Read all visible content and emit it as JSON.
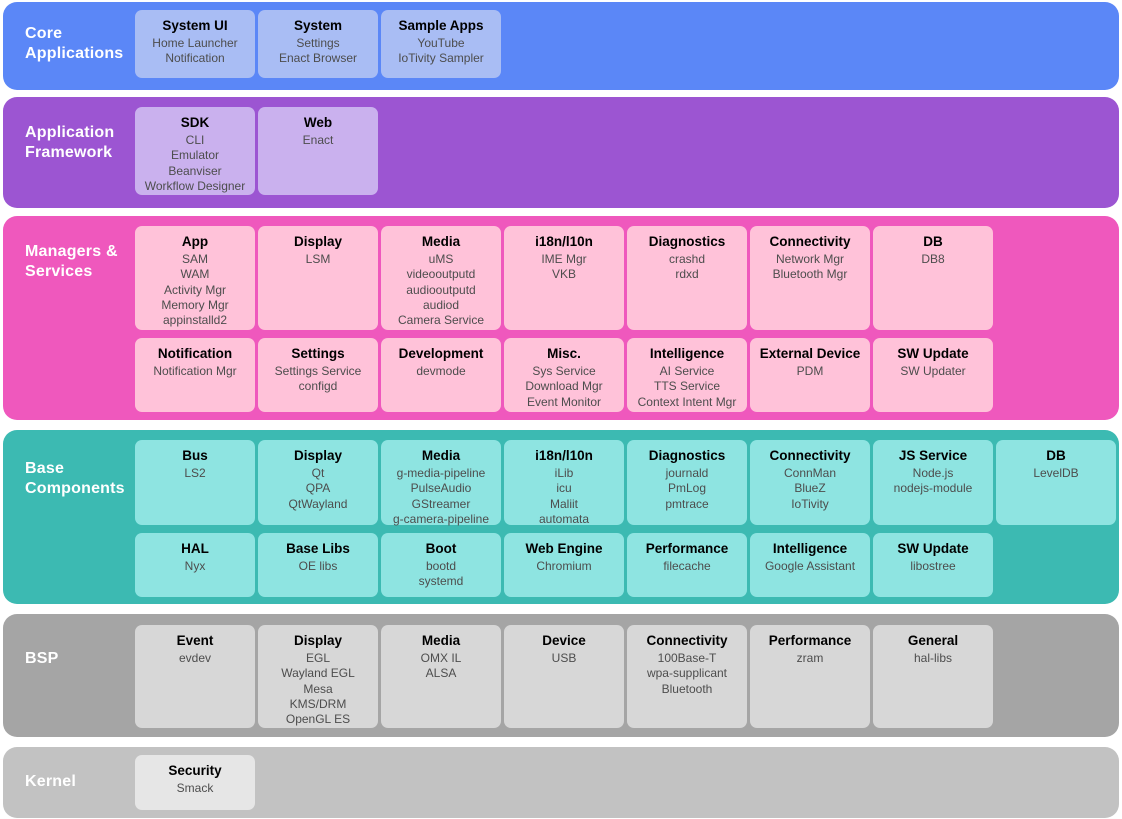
{
  "layers": [
    {
      "id": "core",
      "label": "Core Applications",
      "band_color": "#5b87f7",
      "card_color": "#a9bdf4",
      "rows": [
        [
          {
            "title": "System UI",
            "items": [
              "Home Launcher",
              "Notification"
            ]
          },
          {
            "title": "System",
            "items": [
              "Settings",
              "Enact Browser"
            ]
          },
          {
            "title": "Sample Apps",
            "items": [
              "YouTube",
              "IoTivity Sampler"
            ]
          }
        ]
      ]
    },
    {
      "id": "appfw",
      "label": "Application Framework",
      "band_color": "#9c55d2",
      "card_color": "#cab1ee",
      "rows": [
        [
          {
            "title": "SDK",
            "items": [
              "CLI",
              "Emulator",
              "Beanviser",
              "Workflow Designer"
            ]
          },
          {
            "title": "Web",
            "items": [
              "Enact"
            ]
          }
        ]
      ]
    },
    {
      "id": "managers",
      "label": "Managers & Services",
      "band_color": "#ef58bd",
      "card_color": "#ffc2d9",
      "rows": [
        [
          {
            "title": "App",
            "items": [
              "SAM",
              "WAM",
              "Activity Mgr",
              "Memory Mgr",
              "appinstalld2"
            ]
          },
          {
            "title": "Display",
            "items": [
              "LSM"
            ]
          },
          {
            "title": "Media",
            "items": [
              "uMS",
              "videooutputd",
              "audiooutputd",
              "audiod",
              "Camera Service"
            ]
          },
          {
            "title": "i18n/l10n",
            "items": [
              "IME Mgr",
              "VKB"
            ]
          },
          {
            "title": "Diagnostics",
            "items": [
              "crashd",
              "rdxd"
            ]
          },
          {
            "title": "Connectivity",
            "items": [
              "Network Mgr",
              "Bluetooth Mgr"
            ]
          },
          {
            "title": "DB",
            "items": [
              "DB8"
            ]
          }
        ],
        [
          {
            "title": "Notification",
            "items": [
              "Notification Mgr"
            ]
          },
          {
            "title": "Settings",
            "items": [
              "Settings Service",
              "configd"
            ]
          },
          {
            "title": "Development",
            "items": [
              "devmode"
            ]
          },
          {
            "title": "Misc.",
            "items": [
              "Sys Service",
              "Download Mgr",
              "Event Monitor"
            ]
          },
          {
            "title": "Intelligence",
            "items": [
              "AI Service",
              "TTS Service",
              "Context Intent Mgr"
            ]
          },
          {
            "title": "External Device",
            "items": [
              "PDM"
            ]
          },
          {
            "title": "SW Update",
            "items": [
              "SW Updater"
            ]
          }
        ]
      ]
    },
    {
      "id": "base",
      "label": "Base Components",
      "band_color": "#3cbab2",
      "card_color": "#8ee4e1",
      "rows": [
        [
          {
            "title": "Bus",
            "items": [
              "LS2"
            ]
          },
          {
            "title": "Display",
            "items": [
              "Qt",
              "QPA",
              "QtWayland"
            ]
          },
          {
            "title": "Media",
            "items": [
              "g-media-pipeline",
              "PulseAudio",
              "GStreamer",
              "g-camera-pipeline"
            ]
          },
          {
            "title": "i18n/l10n",
            "items": [
              "iLib",
              "icu",
              "Maliit",
              "automata"
            ]
          },
          {
            "title": "Diagnostics",
            "items": [
              "journald",
              "PmLog",
              "pmtrace"
            ]
          },
          {
            "title": "Connectivity",
            "items": [
              "ConnMan",
              "BlueZ",
              "IoTivity"
            ]
          },
          {
            "title": "JS Service",
            "items": [
              "Node.js",
              "nodejs-module"
            ]
          },
          {
            "title": "DB",
            "items": [
              "LevelDB"
            ]
          }
        ],
        [
          {
            "title": "HAL",
            "items": [
              "Nyx"
            ]
          },
          {
            "title": "Base Libs",
            "items": [
              "OE libs"
            ]
          },
          {
            "title": "Boot",
            "items": [
              "bootd",
              "systemd"
            ]
          },
          {
            "title": "Web Engine",
            "items": [
              "Chromium"
            ]
          },
          {
            "title": "Performance",
            "items": [
              "filecache"
            ]
          },
          {
            "title": "Intelligence",
            "items": [
              "Google Assistant"
            ]
          },
          {
            "title": "SW Update",
            "items": [
              "libostree"
            ]
          }
        ]
      ]
    },
    {
      "id": "bsp",
      "label": "BSP",
      "band_color": "#a5a5a5",
      "card_color": "#d7d7d7",
      "rows": [
        [
          {
            "title": "Event",
            "items": [
              "evdev"
            ]
          },
          {
            "title": "Display",
            "items": [
              "EGL",
              "Wayland EGL",
              "Mesa",
              "KMS/DRM",
              "OpenGL ES"
            ]
          },
          {
            "title": "Media",
            "items": [
              "OMX IL",
              "ALSA"
            ]
          },
          {
            "title": "Device",
            "items": [
              "USB"
            ]
          },
          {
            "title": "Connectivity",
            "items": [
              "100Base-T",
              "wpa-supplicant",
              "Bluetooth"
            ]
          },
          {
            "title": "Performance",
            "items": [
              "zram"
            ]
          },
          {
            "title": "General",
            "items": [
              "hal-libs"
            ]
          }
        ]
      ]
    },
    {
      "id": "kernel",
      "label": "Kernel",
      "band_color": "#c2c2c2",
      "card_color": "#e6e6e6",
      "rows": [
        [
          {
            "title": "Security",
            "items": [
              "Smack"
            ]
          }
        ]
      ]
    }
  ]
}
